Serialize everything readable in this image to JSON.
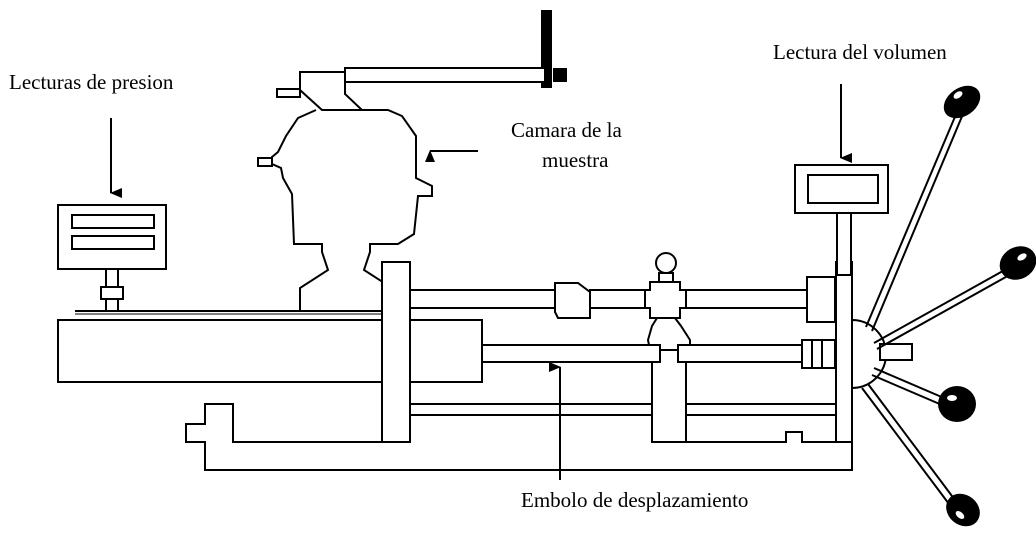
{
  "labels": {
    "pressure": "Lecturas de presion",
    "chamber_line1": "Camara de la",
    "chamber_line2": "muestra",
    "volume": "Lectura del volumen",
    "piston": "Embolo de desplazamiento"
  },
  "colors": {
    "line": "#000000",
    "background": "#ffffff"
  }
}
